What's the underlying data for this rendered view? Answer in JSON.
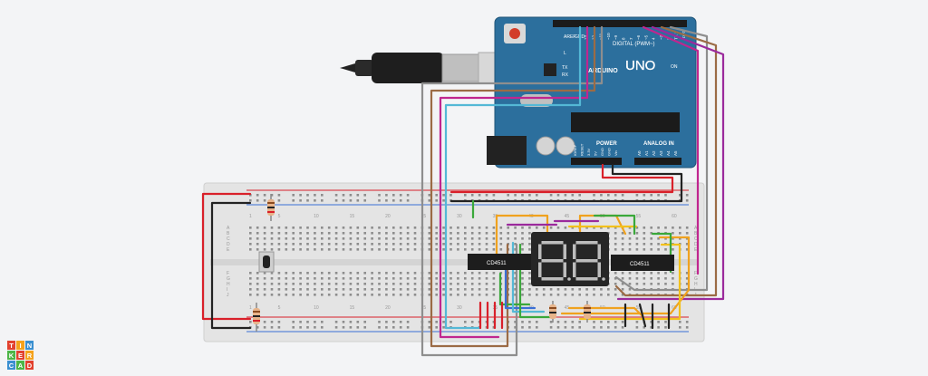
{
  "board": {
    "brand": "ARDUINO",
    "model": "UNO",
    "header_digital": "DIGITAL (PWM~)",
    "aref": "AREF",
    "gnd": "GND",
    "digital_pins": [
      "13",
      "12",
      "~11",
      "~10",
      "~9",
      "8",
      "7",
      "~6",
      "~5",
      "4",
      "~3",
      "2",
      "TX 1",
      "RX 0"
    ],
    "led_labels": [
      "L",
      "TX",
      "RX"
    ],
    "on_label": "ON",
    "power_label": "POWER",
    "analog_label": "ANALOG IN",
    "power_pins": [
      "IOREF",
      "RESET",
      "3.3V",
      "5V",
      "GND",
      "GND",
      "Vin"
    ],
    "analog_pins": [
      "A0",
      "A1",
      "A2",
      "A3",
      "A4",
      "A5"
    ]
  },
  "breadboard": {
    "column_numbers": [
      "1",
      "5",
      "10",
      "15",
      "20",
      "25",
      "30",
      "35",
      "40",
      "45",
      "50",
      "55",
      "60"
    ],
    "row_letters_top": [
      "A",
      "B",
      "C",
      "D",
      "E"
    ],
    "row_letters_bottom": [
      "F",
      "G",
      "H",
      "I",
      "J"
    ]
  },
  "chips": {
    "left_label": "CD4511",
    "right_label": "CD4511"
  },
  "logo": {
    "letters": [
      "T",
      "I",
      "N",
      "K",
      "E",
      "R",
      "C",
      "A",
      "D"
    ],
    "colors": [
      "#e2412e",
      "#f5a21b",
      "#3a8fd0",
      "#4cb547",
      "#e2412e",
      "#f5a21b",
      "#3a8fd0",
      "#4cb547",
      "#e2412e"
    ]
  },
  "colors": {
    "wire_red": "#d9202a",
    "wire_black": "#222222",
    "wire_purple": "#9b2a9c",
    "wire_magenta": "#c0268f",
    "wire_orange": "#f0a21e",
    "wire_yellow": "#f2c11c",
    "wire_green": "#3aa83a",
    "wire_blue": "#3a6fd6",
    "wire_cyan": "#54b8d6",
    "wire_brown": "#9b6b45",
    "wire_gray": "#8e8e8e",
    "board_blue": "#2c6f9d",
    "breadboard": "#e2e2e2"
  }
}
